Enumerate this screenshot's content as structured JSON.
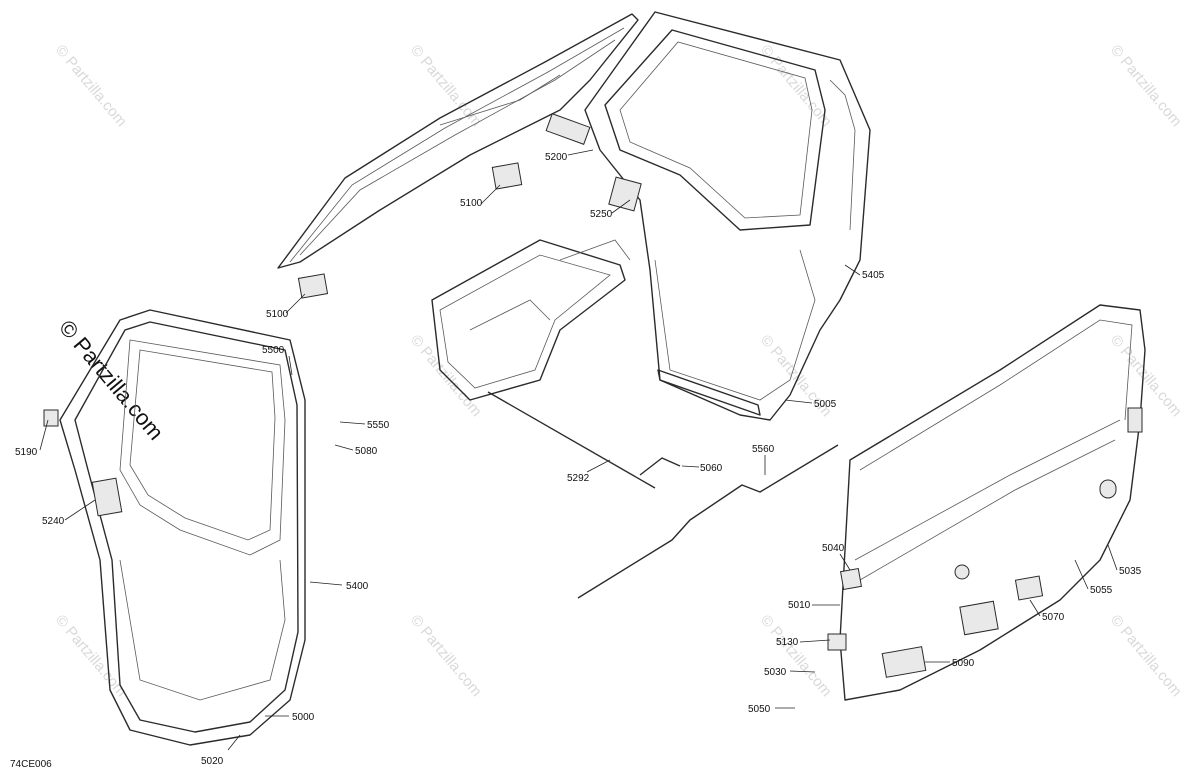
{
  "diagram_code": "74CE006",
  "watermark": {
    "main": "© Partzilla.com",
    "faint": "© Partzilla.com"
  },
  "callouts": [
    {
      "id": "5100",
      "label": "5100"
    },
    {
      "id": "5100b",
      "label": "5100"
    },
    {
      "id": "5200",
      "label": "5200"
    },
    {
      "id": "5250",
      "label": "5250"
    },
    {
      "id": "5405",
      "label": "5405"
    },
    {
      "id": "5500",
      "label": "5500"
    },
    {
      "id": "5550",
      "label": "5550"
    },
    {
      "id": "5080",
      "label": "5080"
    },
    {
      "id": "5190",
      "label": "5190"
    },
    {
      "id": "5240",
      "label": "5240"
    },
    {
      "id": "5400",
      "label": "5400"
    },
    {
      "id": "5000",
      "label": "5000"
    },
    {
      "id": "5020",
      "label": "5020"
    },
    {
      "id": "5005",
      "label": "5005"
    },
    {
      "id": "5292",
      "label": "5292"
    },
    {
      "id": "5060",
      "label": "5060"
    },
    {
      "id": "5560",
      "label": "5560"
    },
    {
      "id": "5040",
      "label": "5040"
    },
    {
      "id": "5010",
      "label": "5010"
    },
    {
      "id": "5130",
      "label": "5130"
    },
    {
      "id": "5030",
      "label": "5030"
    },
    {
      "id": "5050",
      "label": "5050"
    },
    {
      "id": "5090",
      "label": "5090"
    },
    {
      "id": "5070",
      "label": "5070"
    },
    {
      "id": "5055",
      "label": "5055"
    },
    {
      "id": "5035",
      "label": "5035"
    }
  ]
}
